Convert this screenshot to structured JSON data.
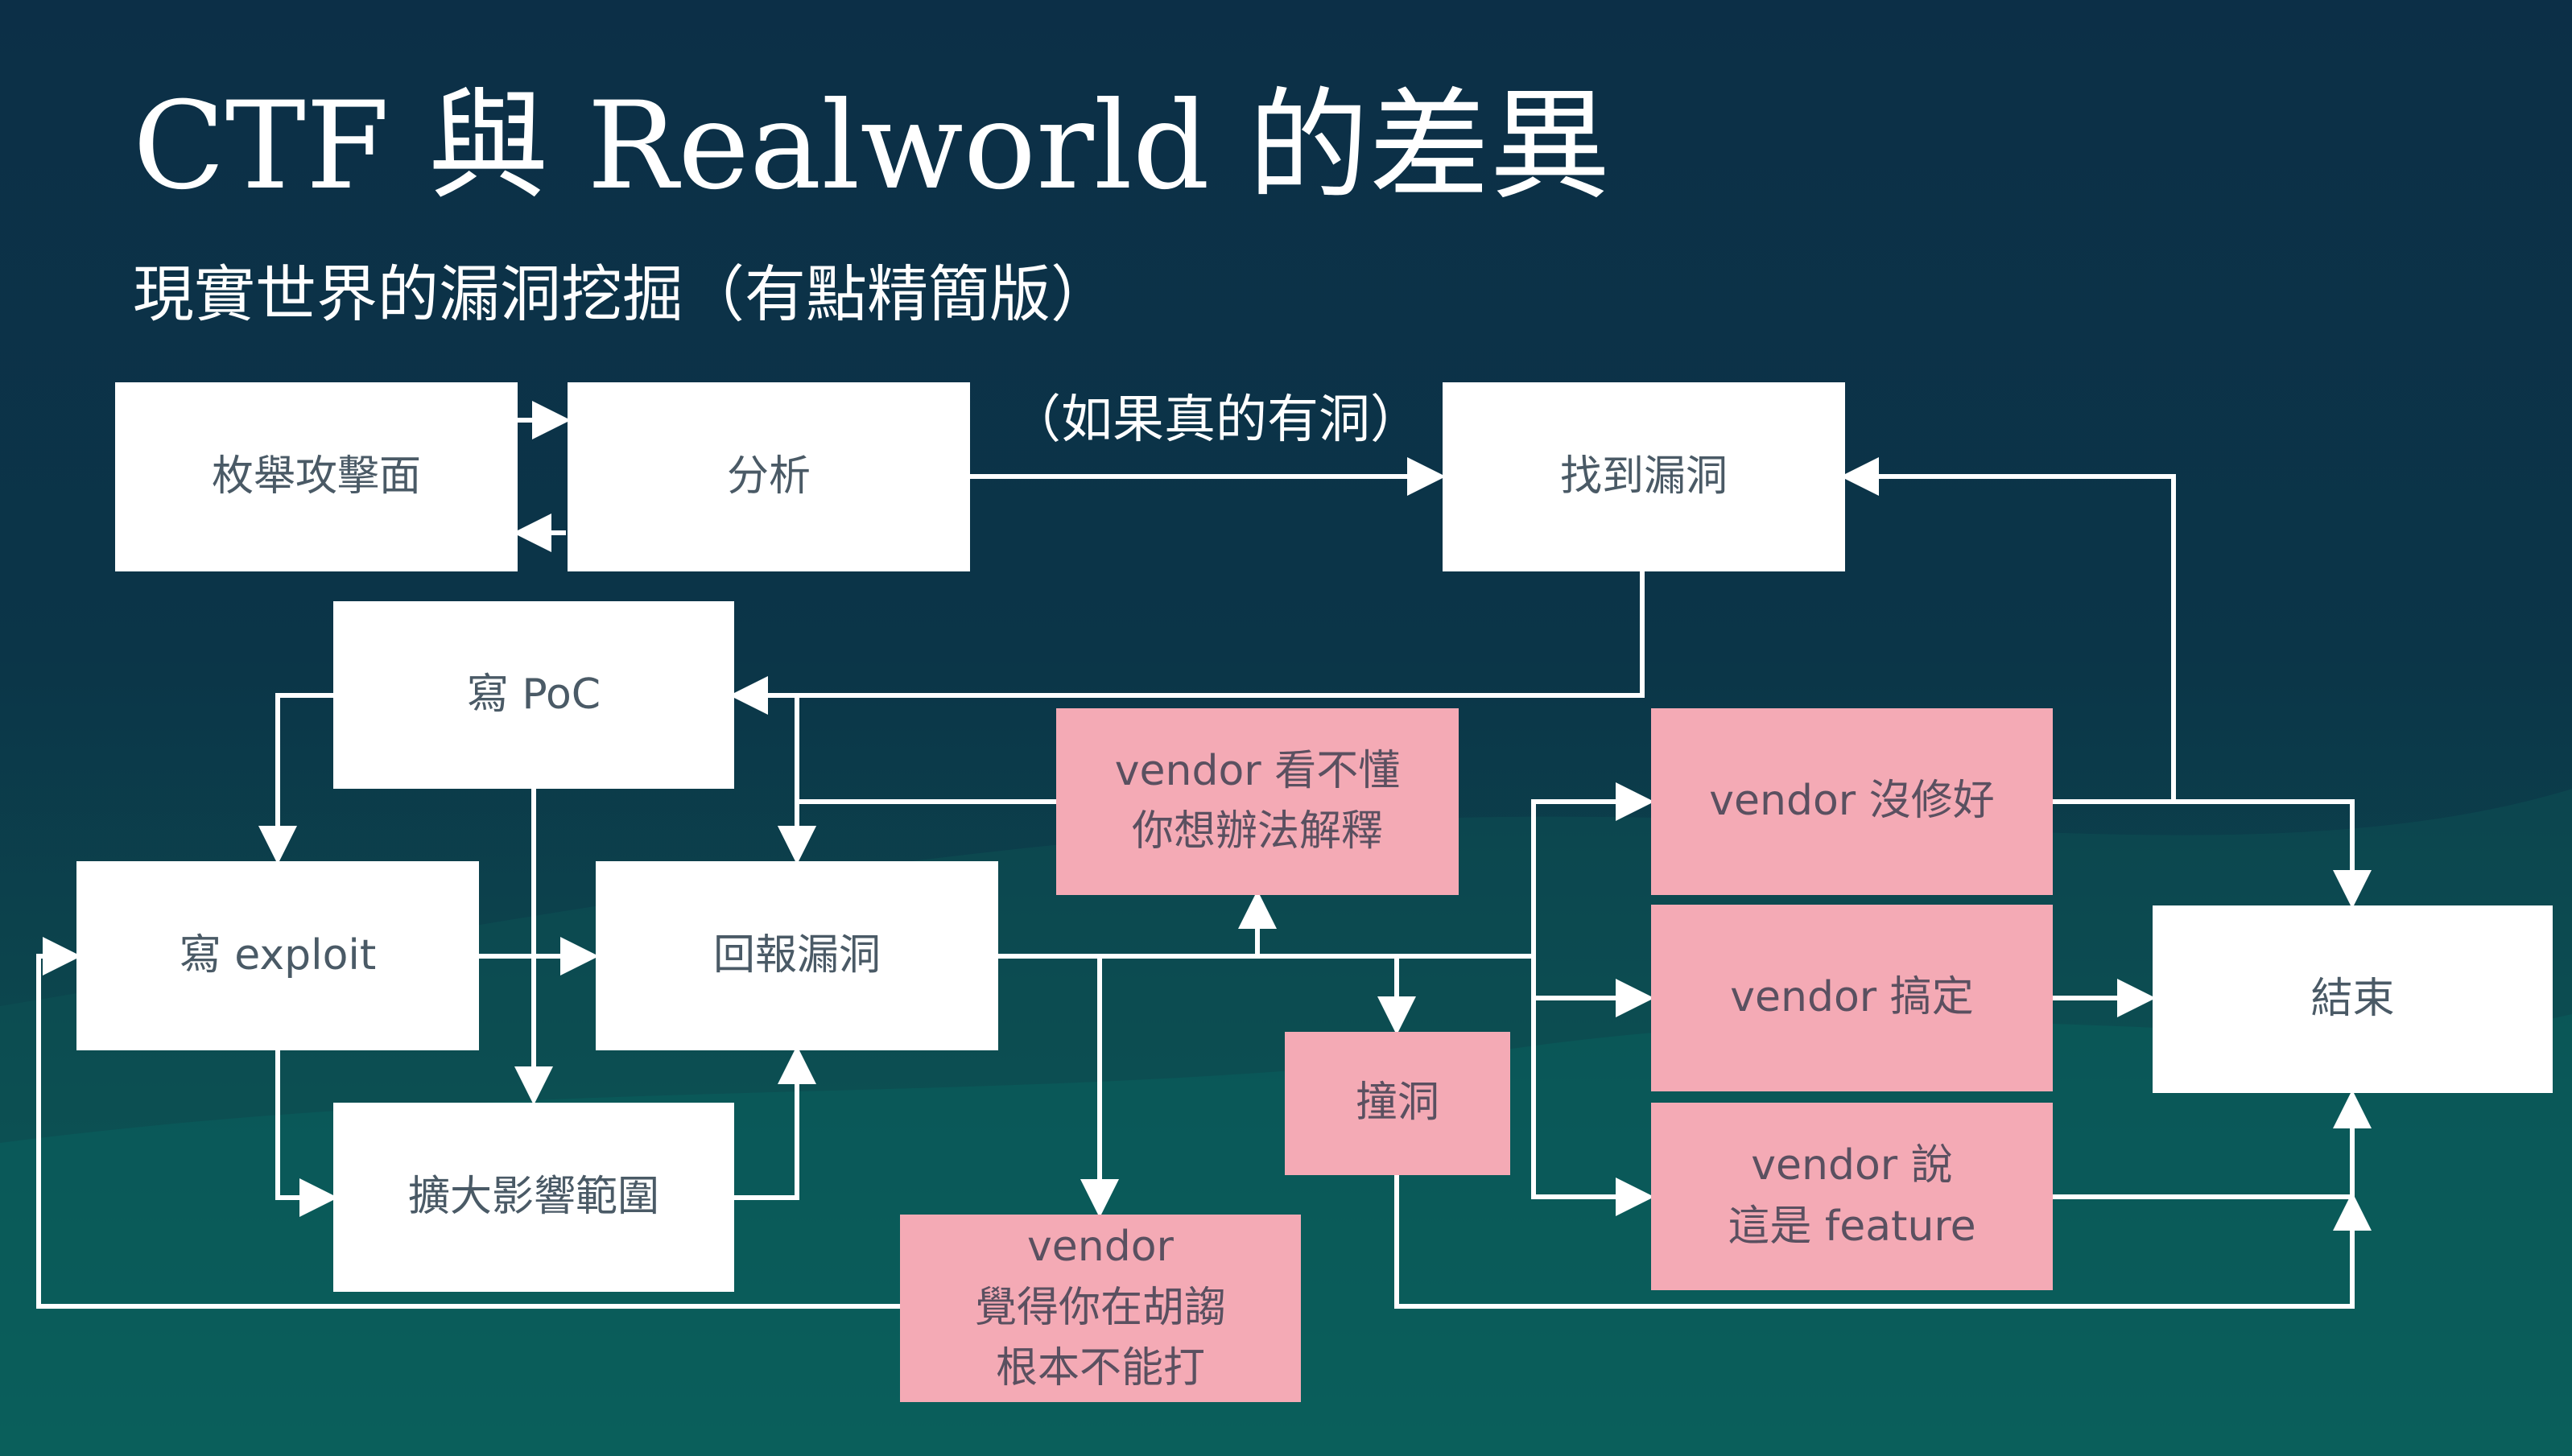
{
  "title": "CTF 與 Realworld 的差異",
  "subtitle": "現實世界的漏洞挖掘（有點精簡版）",
  "colors": {
    "background_top": "#0c2f47",
    "background_bottom": "#0a5a56",
    "box_white": "#ffffff",
    "box_pink": "#f4aab5",
    "box_text": "#4a5a66",
    "connector": "#ffffff"
  },
  "nodes": {
    "enumerate": "枚舉攻擊面",
    "analyze": "分析",
    "found": "找到漏洞",
    "poc": "寫 PoC",
    "exploit": "寫 exploit",
    "report": "回報漏洞",
    "expand": "擴大影響範圍",
    "vendor_confused": "vendor 看不懂\n你想辦法解釋",
    "duplicate": "撞洞",
    "vendor_nonsense": "vendor\n覺得你在胡謅\n根本不能打",
    "vendor_not_fixed": "vendor 沒修好",
    "vendor_fixed": "vendor 搞定",
    "vendor_feature": "vendor 說\n這是 feature",
    "end": "結束"
  },
  "edge_labels": {
    "analyze_to_found": "（如果真的有洞）"
  }
}
